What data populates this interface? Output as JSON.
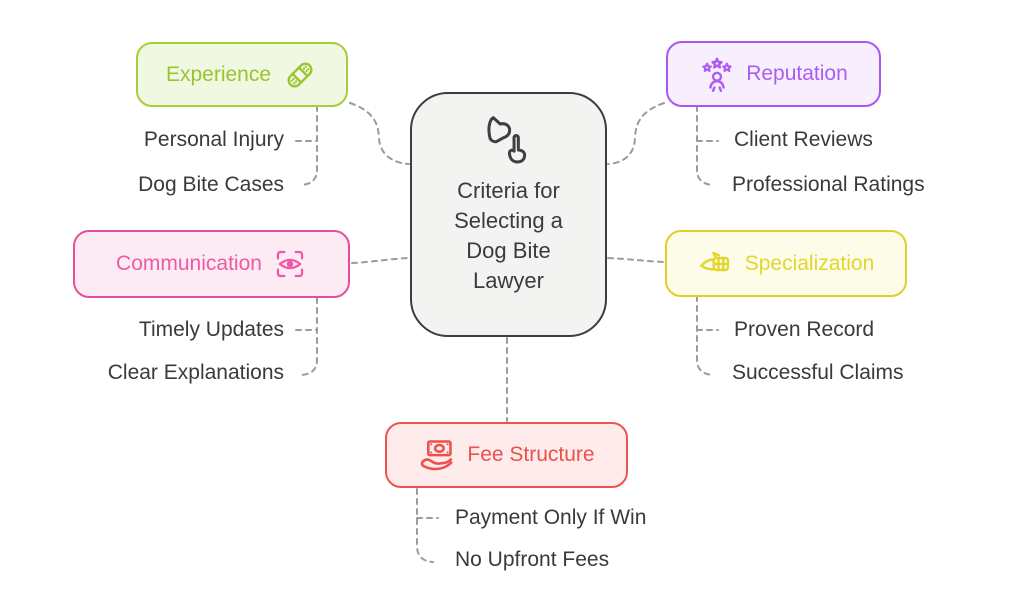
{
  "center": {
    "title_lines": "Criteria for\nSelecting a\nDog Bite\nLawyer",
    "colors": {
      "fill": "#f3f3f2",
      "border": "#3d3d3d",
      "text": "#3b3b3b",
      "icon": "#3f3f3f"
    }
  },
  "connector_color": "#9b9b9b",
  "item_text_color": "#3a3a3a",
  "branches": [
    {
      "id": "experience",
      "label": "Experience",
      "icon": "bandage-icon",
      "icon_side": "right",
      "colors": {
        "fill": "#f1f8e1",
        "border": "#a6ce39",
        "text": "#9bc332"
      },
      "items": [
        "Personal Injury",
        "Dog Bite Cases"
      ]
    },
    {
      "id": "reputation",
      "label": "Reputation",
      "icon": "reputation-stars-person-icon",
      "icon_side": "left",
      "colors": {
        "fill": "#f8effe",
        "border": "#aa56f5",
        "text": "#ad5cf2"
      },
      "items": [
        "Client Reviews",
        "Professional Ratings"
      ]
    },
    {
      "id": "communication",
      "label": "Communication",
      "icon": "eye-frame-icon",
      "icon_side": "right",
      "colors": {
        "fill": "#fdebf4",
        "border": "#e84d9c",
        "text": "#ee5aa5"
      },
      "items": [
        "Timely Updates",
        "Clear Explanations"
      ]
    },
    {
      "id": "specialization",
      "label": "Specialization",
      "icon": "muzzled-dog-icon",
      "icon_side": "left",
      "colors": {
        "fill": "#fdfce8",
        "border": "#ddd02a",
        "text": "#e2d62f"
      },
      "items": [
        "Proven Record",
        "Successful Claims"
      ]
    },
    {
      "id": "fee_structure",
      "label": "Fee Structure",
      "icon": "hand-money-icon",
      "icon_side": "left",
      "colors": {
        "fill": "#fdeceb",
        "border": "#ef5350",
        "text": "#ee4f4a"
      },
      "items": [
        "Payment Only If Win",
        "No Upfront Fees"
      ]
    }
  ]
}
